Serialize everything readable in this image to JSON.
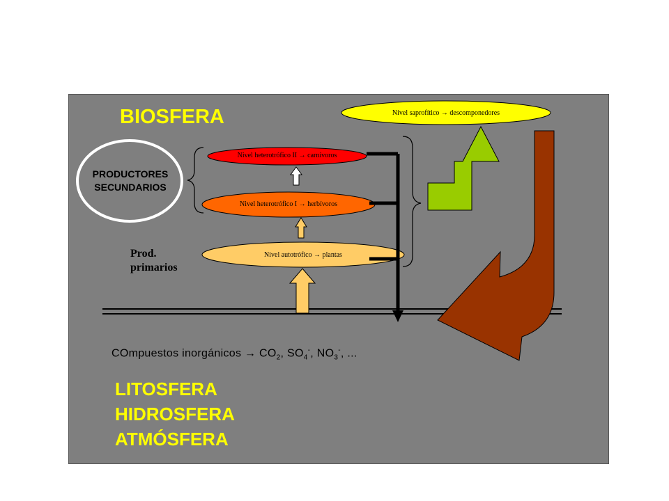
{
  "title": "BIOSFERA",
  "productores_secundarios": [
    "PRODUCTORES",
    "SECUNDARIOS"
  ],
  "prod_primarios": [
    "Prod.",
    "primarios"
  ],
  "levels": {
    "saprofitico": "Nivel saprofítico → descomponedores",
    "heterotrofico_2": "Nivel heterotrófico II → carnívoros",
    "heterotrofico_1": "Nivel heterotrófico I → herbívoros",
    "autotrofico": "Nivel autotrófico → plantas"
  },
  "compuestos": {
    "lead": "COmpuestos inorgánicos → CO",
    "co_sub": "2",
    "so": ", SO",
    "so_sub": "4",
    "so_sup": "-",
    "no": ", NO",
    "no_sub": "3",
    "no_sup": "-",
    "tail": ", ..."
  },
  "spheres": [
    "LITOSFERA",
    "HIDROSFERA",
    "ATMÓSFERA"
  ],
  "colors": {
    "panel": "#7f7f7f",
    "title_yellow": "#ffff00",
    "saprofitico_fill": "#ffff00",
    "heterotrofico_2_fill": "#ff0000",
    "heterotrofico_1_fill": "#ff6600",
    "autotrofico_fill": "#ffcc66",
    "green_arrow": "#99cc00",
    "brown_arrow": "#993300",
    "up_arrow_fill": "#ffcc66"
  }
}
